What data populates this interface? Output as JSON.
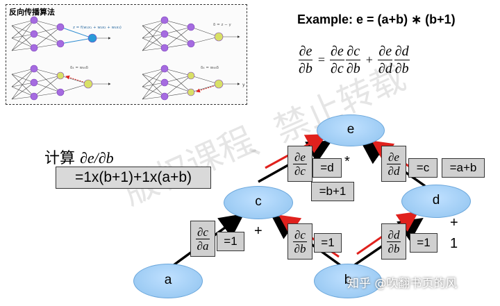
{
  "inset": {
    "title": "反向传播算法",
    "panel1_formula": "z = f(w₁x₁ + w₂x₂ + w₃x₃)",
    "panel2_formula": "δ = z − y",
    "panel3_formula": "δ₄ = w₄₆δ",
    "panel4_formula": "δ₄ = w₄₆δ",
    "output_label": "y"
  },
  "example": "Example: e = (a+b) ∗ (b+1)",
  "formula": {
    "lhs_num": "∂e",
    "lhs_den": "∂b",
    "eq": "=",
    "t1_num": "∂e",
    "t1_den": "∂c",
    "t2_num": "∂c",
    "t2_den": "∂b",
    "plus": "+",
    "t3_num": "∂e",
    "t3_den": "∂d",
    "t4_num": "∂d",
    "t4_den": "∂b"
  },
  "compute": {
    "label": "计算",
    "math": "∂e/∂b",
    "result": "=1x(b+1)+1x(a+b)"
  },
  "nodes": {
    "e": "e",
    "c": "c",
    "d": "d",
    "a": "a",
    "b": "b"
  },
  "partials": {
    "de_dc": {
      "num": "∂e",
      "den": "∂c"
    },
    "de_dd": {
      "num": "∂e",
      "den": "∂d"
    },
    "dc_da": {
      "num": "∂c",
      "den": "∂a"
    },
    "dc_db": {
      "num": "∂c",
      "den": "∂b"
    },
    "dd_db": {
      "num": "∂d",
      "den": "∂b"
    }
  },
  "values": {
    "eq_d": "=d",
    "eq_b1": "=b+1",
    "eq_c": "=c",
    "eq_ab": "=a+b",
    "eq_1_a": "=1",
    "eq_1_b": "=1",
    "eq_1_d": "=1"
  },
  "marks": {
    "times": "*",
    "plus_c": "+",
    "plus_d": "+",
    "one_d": "1"
  },
  "watermark": {
    "line1": "版权课程",
    "line2": "、禁止转载"
  },
  "credit": "知乎 @吹翻书页的风",
  "colors": {
    "node": "#9dcbf2",
    "box": "#d0d0d0",
    "arrow_black": "#000000",
    "arrow_red": "#e0211d",
    "neuron": "#9b59d0"
  }
}
